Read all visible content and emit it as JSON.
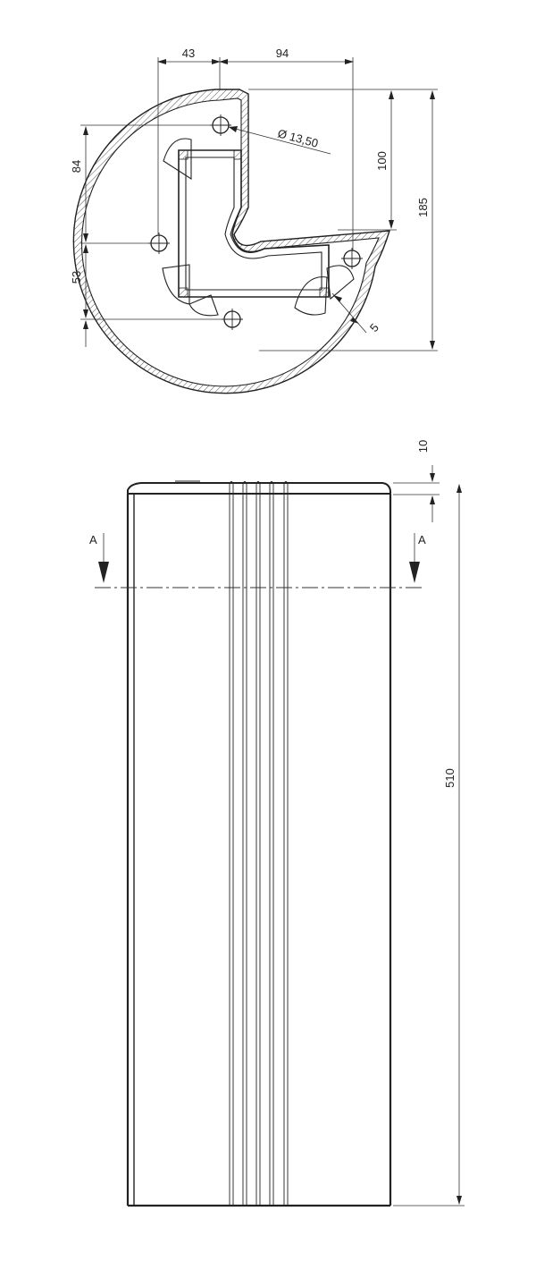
{
  "dimensions": {
    "top_width_left": "43",
    "top_width_right": "94",
    "hole_diameter": "Ø 13,50",
    "height_100": "100",
    "height_185": "185",
    "left_84": "84",
    "left_53": "53",
    "wall_thickness": "5",
    "top_gap": "10",
    "total_length": "510"
  },
  "section": {
    "left_label": "A",
    "right_label": "A"
  },
  "colors": {
    "line": "#222222",
    "hatch": "#555555",
    "background": "#ffffff"
  }
}
